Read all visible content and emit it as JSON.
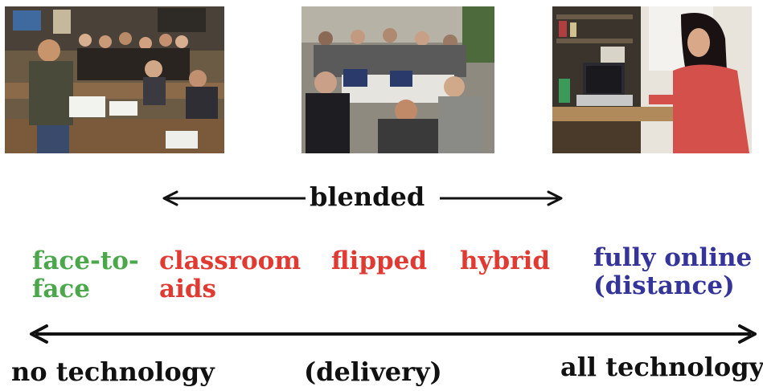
{
  "top_label": "blended",
  "categories": [
    {
      "id": "f2f",
      "line1": "face-to-",
      "line2": "face",
      "color": "#4aa84a"
    },
    {
      "id": "aids",
      "line1": "classroom",
      "line2": "aids",
      "color": "#e03a32"
    },
    {
      "id": "flipped",
      "line1": "flipped",
      "line2": "",
      "color": "#e03a32"
    },
    {
      "id": "hybrid",
      "line1": "hybrid",
      "line2": "",
      "color": "#e03a32"
    },
    {
      "id": "online",
      "line1": "fully online",
      "line2": "(distance)",
      "color": "#34349a"
    }
  ],
  "axis": {
    "left_label": "no technology",
    "center_label": "(delivery)",
    "right_label": "all technology"
  },
  "photos": [
    {
      "id": "classroom",
      "subject": "instructor teaching a full classroom of students"
    },
    {
      "id": "group",
      "subject": "students working in groups at laptops"
    },
    {
      "id": "online",
      "subject": "student studying alone at a laptop"
    }
  ]
}
